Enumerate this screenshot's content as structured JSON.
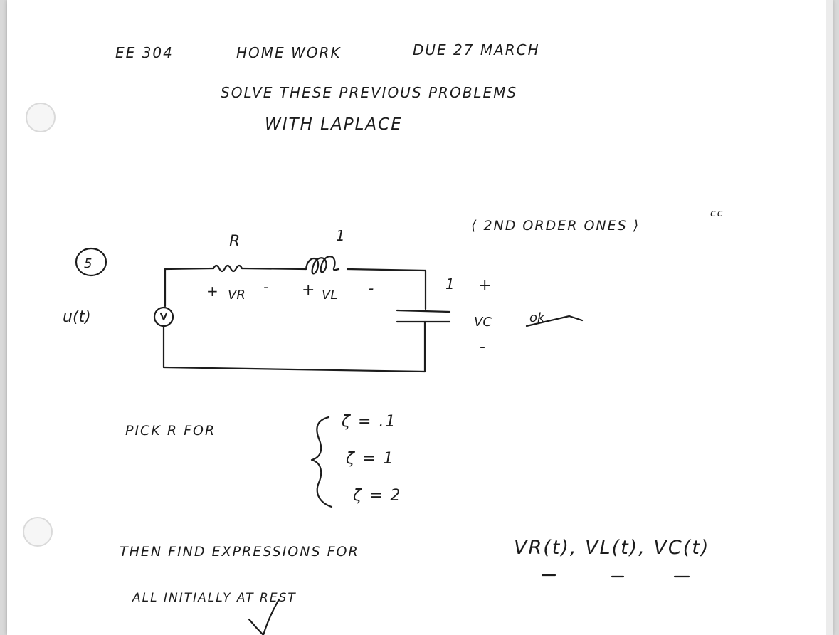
{
  "header": {
    "course": "EE 304",
    "title": "HOME WORK",
    "due": "DUE 27 MARCH",
    "instruction_line1": "SOLVE THESE PREVIOUS PROBLEMS",
    "instruction_line2": "WITH LAPLACE"
  },
  "problem": {
    "number": "5",
    "note": "2ND ORDER ONES",
    "note_mark": "cc",
    "check": "ok"
  },
  "circuit": {
    "source_label": "u(t)",
    "resistor_label": "R",
    "inductor_label": "1",
    "capacitor_label": "1",
    "vr_plus": "+",
    "vr_label": "VR",
    "vr_minus": "-",
    "vl_plus": "+",
    "vl_label": "VL",
    "vl_minus": "-",
    "vc_plus": "+",
    "vc_label": "VC",
    "vc_minus": "-"
  },
  "task": {
    "pick_text": "PICK R FOR",
    "zeta_values": [
      "ζ = .1",
      "ζ = 1",
      "ζ = 2"
    ],
    "then_text": "THEN FIND EXPRESSIONS FOR",
    "expressions": "VR(t), VL(t), VC(t)",
    "initial_text": "ALL INITIALLY AT REST"
  }
}
